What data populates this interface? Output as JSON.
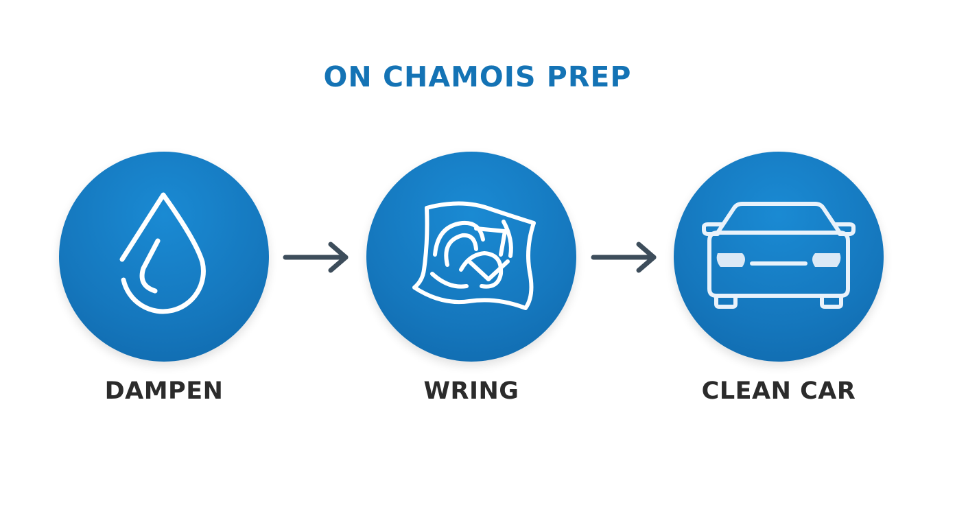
{
  "title": "ON CHAMOIS PREP",
  "colors": {
    "accent": "#1473b5",
    "circle": "#1679bf",
    "arrow": "#3d4d5b",
    "label": "#2b2b2b"
  },
  "steps": [
    {
      "label": "DAMPEN",
      "icon": "water-drop-icon"
    },
    {
      "label": "WRING",
      "icon": "wrung-cloth-icon"
    },
    {
      "label": "CLEAN CAR",
      "icon": "car-front-icon"
    }
  ],
  "connectors": [
    "arrow-right-icon",
    "arrow-right-icon"
  ]
}
